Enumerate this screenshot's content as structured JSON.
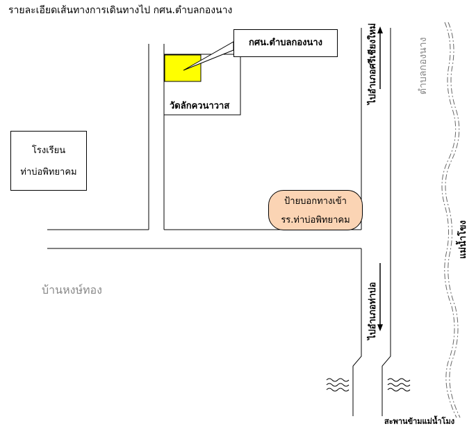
{
  "title": "รายละเอียดเส้นทางการเดินทางไป  กศน.ตำบลกองนาง",
  "callout_label": "กศน.ตำบลกองนาง",
  "temple_label": "วัดลักควนาวาส",
  "school": {
    "line1": "โรงเรียน",
    "line2": "ท่าบ่อพิทยาคม"
  },
  "signpost": {
    "line1": "ป้ายบอกทางเข้า",
    "line2": "รร.ท่าบ่อพิทยาคม"
  },
  "village_label": "บ้านหงษ์ทอง",
  "to_chiangmai": "ไปอำเภอศรีเชียงใหม่",
  "to_thabo": "ไปอำเภอท่าบ่อ",
  "subdistrict_label": "ตำบลกองนาง",
  "river_label": "แม่น้ำโขง",
  "bridge_label": "สะพานข้ามแม่น้ำโมง",
  "colors": {
    "office": "#ffff00",
    "signpost_fill": "#fbd4b4",
    "river_line": "#888888"
  }
}
